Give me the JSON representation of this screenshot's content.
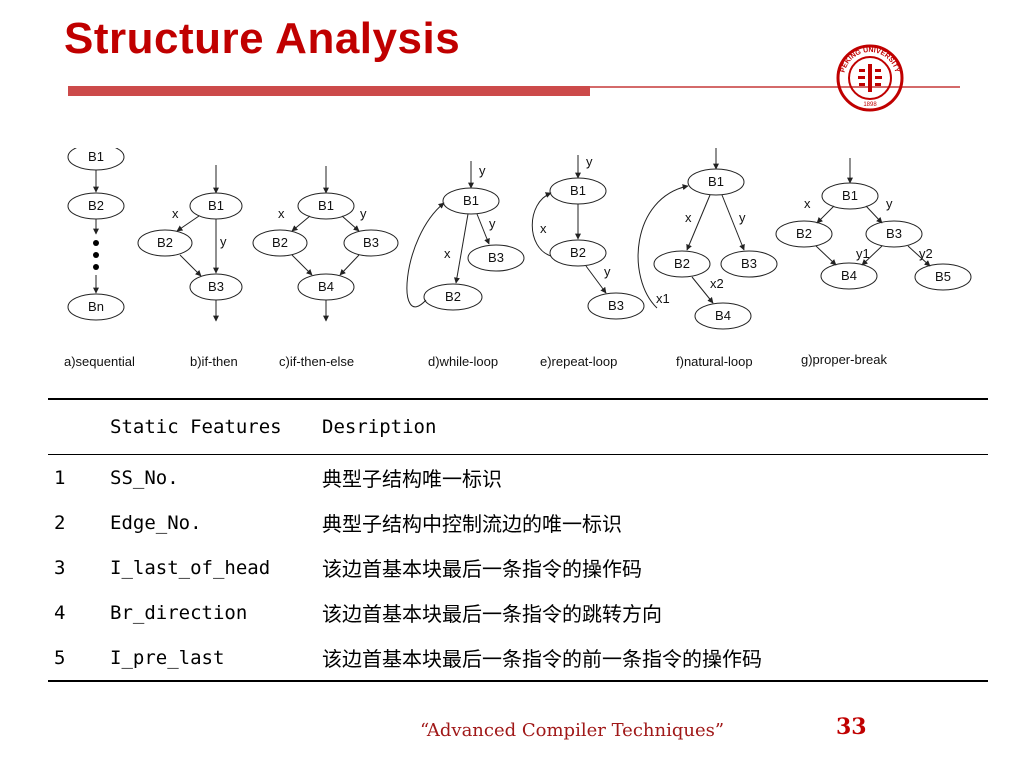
{
  "slide": {
    "title": "Structure Analysis",
    "page_number": "33",
    "footer": "“Advanced Compiler Techniques”"
  },
  "colors": {
    "accent": "#c00000",
    "bar": "#cc4a4a"
  },
  "logo": {
    "icon": "peking-university-seal-icon",
    "text": "PEKING UNIVERSITY",
    "year": "1898"
  },
  "diagrams": {
    "sequential": {
      "caption": "a)sequential",
      "nodes": [
        "B1",
        "B2",
        "Bn"
      ]
    },
    "if_then": {
      "caption": "b)if-then",
      "nodes": [
        "B1",
        "B2",
        "B3"
      ],
      "labels": [
        "x",
        "y"
      ]
    },
    "if_then_else": {
      "caption": "c)if-then-else",
      "nodes": [
        "B1",
        "B2",
        "B3",
        "B4"
      ],
      "labels": [
        "x",
        "y"
      ]
    },
    "while_loop": {
      "caption": "d)while-loop",
      "nodes": [
        "B1",
        "B3",
        "B2"
      ],
      "labels": [
        "y",
        "y",
        "x"
      ]
    },
    "repeat_loop": {
      "caption": "e)repeat-loop",
      "nodes": [
        "B1",
        "B2",
        "B3"
      ],
      "labels": [
        "y",
        "x",
        "y"
      ]
    },
    "natural_loop": {
      "caption": "f)natural-loop",
      "nodes": [
        "B1",
        "B2",
        "B3",
        "B4"
      ],
      "labels": [
        "x",
        "y",
        "x2",
        "x1"
      ]
    },
    "proper_break": {
      "caption": "g)proper-break",
      "nodes": [
        "B1",
        "B2",
        "B3",
        "B4",
        "B5"
      ],
      "labels": [
        "x",
        "y",
        "y1",
        "y2"
      ]
    }
  },
  "table": {
    "headers": [
      "",
      "Static Features",
      "Desription"
    ],
    "rows": [
      {
        "num": "1",
        "feature": "SS_No.",
        "description": "典型子结构唯一标识"
      },
      {
        "num": "2",
        "feature": "Edge_No.",
        "description": "典型子结构中控制流边的唯一标识"
      },
      {
        "num": "3",
        "feature": "I_last_of_head",
        "description": "该边首基本块最后一条指令的操作码"
      },
      {
        "num": "4",
        "feature": "Br_direction",
        "description": "该边首基本块最后一条指令的跳转方向"
      },
      {
        "num": "5",
        "feature": "I_pre_last",
        "description": "该边首基本块最后一条指令的前一条指令的操作码"
      }
    ]
  }
}
